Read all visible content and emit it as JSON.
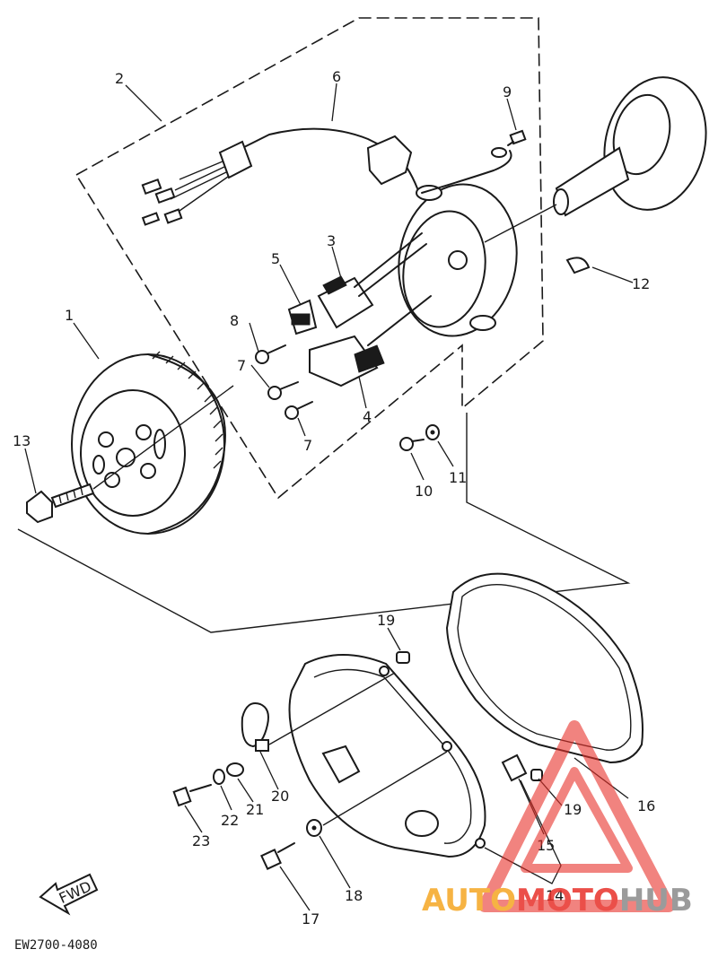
{
  "diagram": {
    "callouts": {
      "c1": "1",
      "c2": "2",
      "c3": "3",
      "c4": "4",
      "c5": "5",
      "c6": "6",
      "c7a": "7",
      "c7b": "7",
      "c8": "8",
      "c9": "9",
      "c10": "10",
      "c11": "11",
      "c12": "12",
      "c13": "13",
      "c14": "14",
      "c15": "15",
      "c16": "16",
      "c17": "17",
      "c18": "18",
      "c19a": "19",
      "c19b": "19",
      "c20": "20",
      "c21": "21",
      "c22": "22",
      "c23": "23"
    },
    "fwd_label": "FWD",
    "drawing_code": "EW2700-4080"
  },
  "watermark": {
    "part1": "AUTO",
    "part2": "MOTO",
    "part3": "HUB",
    "colors": {
      "orange": "#f5a623",
      "red": "#e8312a",
      "gray": "#8a8a8a"
    }
  }
}
